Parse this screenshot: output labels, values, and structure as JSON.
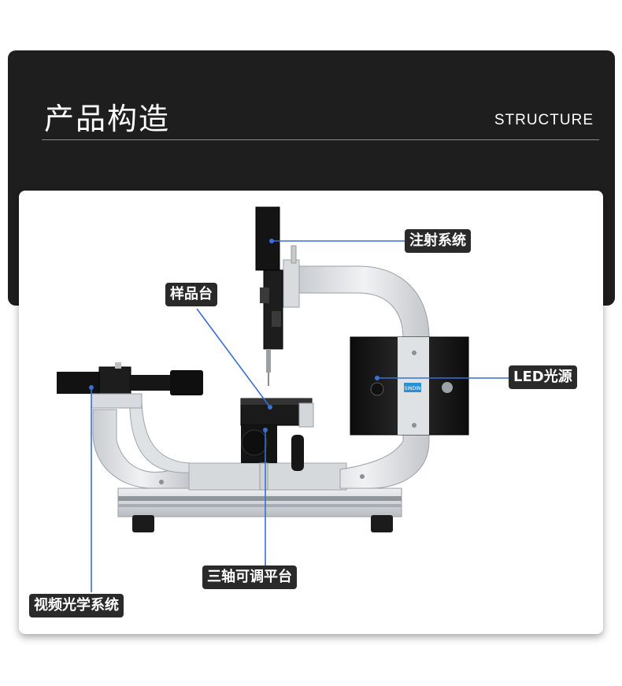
{
  "header": {
    "title": "产品构造",
    "subtitle": "STRUCTURE"
  },
  "product": {
    "badge_text": "SINDIN"
  },
  "labels": {
    "injection": "注射系统",
    "sample_stage": "样品台",
    "led": "LED光源",
    "xyz_stage": "三轴可调平台",
    "video_optics": "视频光学系统"
  },
  "colors": {
    "header_bg": "#1e1e1e",
    "tag_bg": "#2a2a2a",
    "leader_line": "#3a6fd6",
    "frame": "#e2e4e7"
  }
}
